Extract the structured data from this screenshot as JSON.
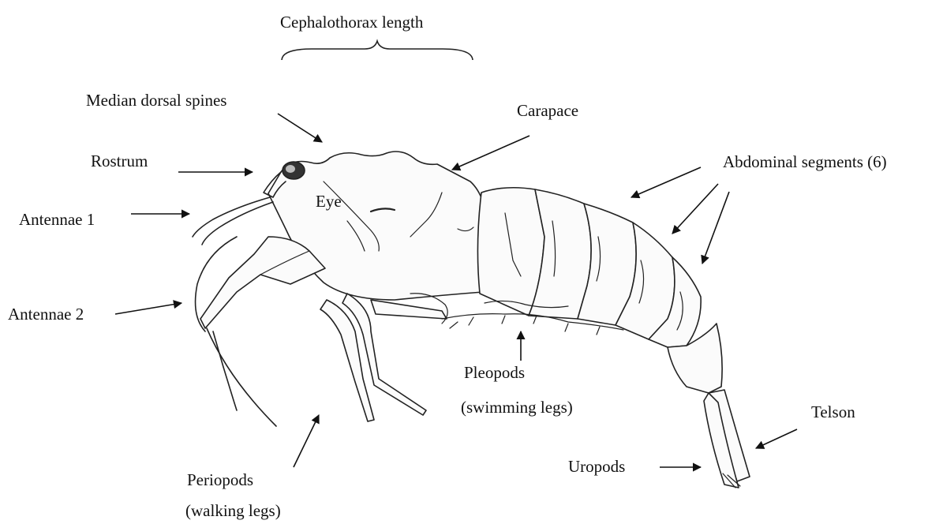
{
  "labels": {
    "cephalothorax_length": "Cephalothorax length",
    "median_dorsal_spines": "Median dorsal spines",
    "carapace": "Carapace",
    "rostrum": "Rostrum",
    "eye": "Eye",
    "abdominal_segments": "Abdominal segments (6)",
    "antennae_1": "Antennae 1",
    "antennae_2": "Antennae 2",
    "pleopods": "Pleopods",
    "pleopods_note": "(swimming legs)",
    "telson": "Telson",
    "uropods": "Uropods",
    "periopods": "Periopods",
    "periopods_note": "(walking legs)"
  },
  "colors": {
    "ink": "#111111",
    "outline": "#222222",
    "background": "#ffffff"
  }
}
